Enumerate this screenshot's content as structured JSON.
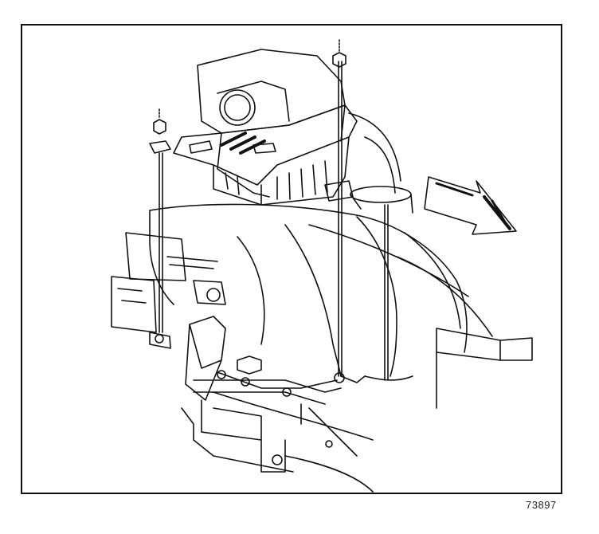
{
  "figure": {
    "number": "73897"
  },
  "parts": [
    {
      "name": "air-cleaner-housing",
      "label": ""
    },
    {
      "name": "intake-duct",
      "label": ""
    },
    {
      "name": "mounting-bracket",
      "label": ""
    },
    {
      "name": "bolts",
      "label": ""
    },
    {
      "name": "nuts",
      "label": ""
    }
  ],
  "annotations": {
    "direction_arrow": "front-of-vehicle-arrow"
  },
  "colors": {
    "line": "#111111",
    "background": "#ffffff"
  }
}
